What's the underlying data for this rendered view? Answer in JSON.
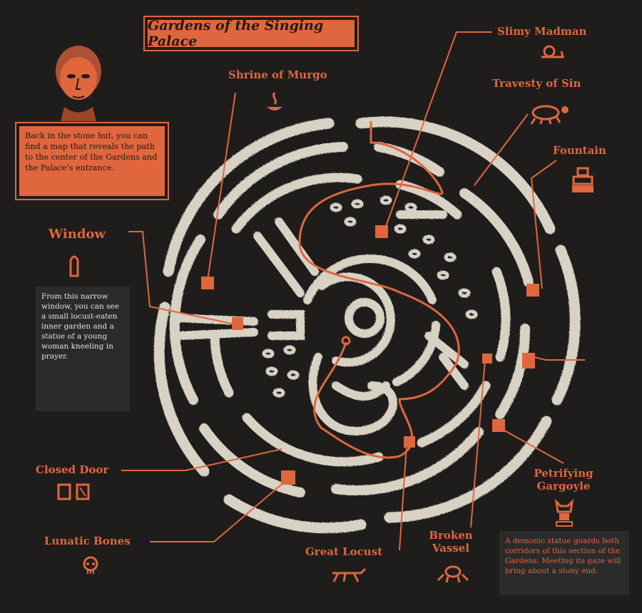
{
  "title": "Gardens of the Singing Palace",
  "intro_text": "Back in the stone hut, you can find a map that reveals the path to the center of the Gardens and the Palace's entrance.",
  "window_note": "From this narrow window, you can see a small locust-eaten inner garden and a statue of a young woman kneeling in prayer.",
  "gargoyle_note": "A demonic statue guards both corridors of this section of the Gardens. Meeting its gaze will bring about a stony end.",
  "labels": {
    "shrine": "Shrine of Murgo",
    "slimy": "Slimy Madman",
    "travesty": "Travesty of Sin",
    "fountain": "Fountain",
    "window": "Window",
    "closed_door": "Closed Door",
    "lunatic": "Lunatic Bones",
    "locust": "Great Locust",
    "broken_1": "Broken",
    "broken_2": "Vassel",
    "petrify_1": "Petrifying",
    "petrify_2": "Gargoyle"
  },
  "icons": {
    "portrait": "face-portrait-icon",
    "shrine": "shrine-icon",
    "slimy": "snail-icon",
    "travesty": "creature-icon",
    "fountain": "fountain-icon",
    "window": "window-icon",
    "door": "door-icon",
    "skull": "skull-icon",
    "locust": "locust-icon",
    "vessel": "crab-icon",
    "gargoyle": "gargoyle-icon"
  },
  "colors": {
    "background": "#1e1d1c",
    "accent": "#e0663e",
    "chalk": "#e8e2d4",
    "ink": "#231a14"
  }
}
